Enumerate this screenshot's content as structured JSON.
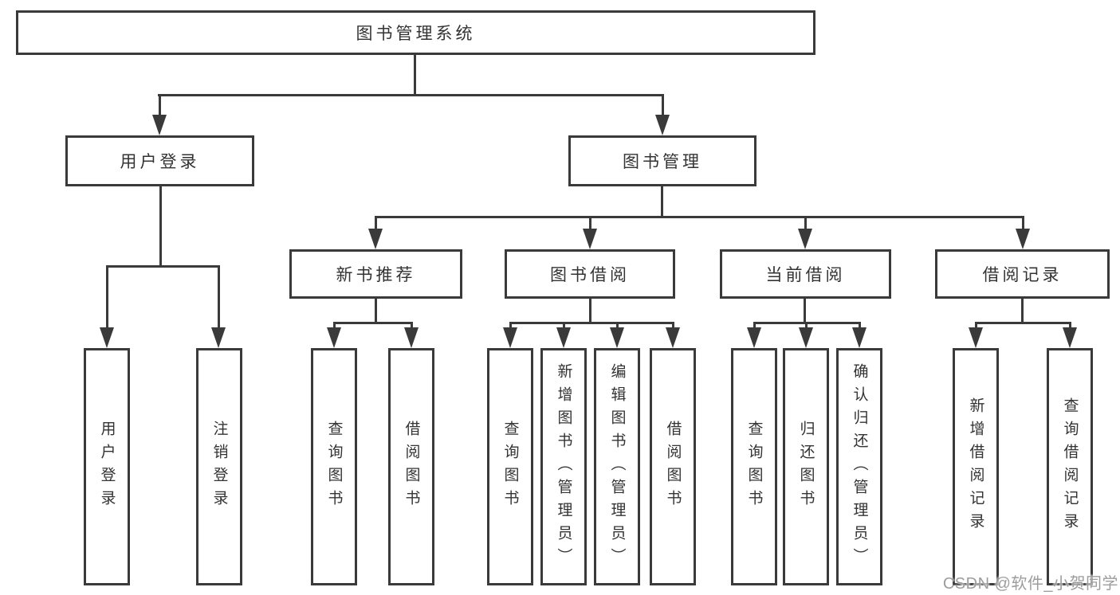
{
  "diagram": {
    "root": {
      "label": "图书管理系统"
    },
    "branches": [
      {
        "label": "用户登录",
        "children": [
          "用户登录",
          "注销登录"
        ]
      },
      {
        "label": "图书管理",
        "groups": [
          {
            "label": "新书推荐",
            "children": [
              "查询图书",
              "借阅图书"
            ]
          },
          {
            "label": "图书借阅",
            "children": [
              "查询图书",
              "新增图书（管理员）",
              "编辑图书（管理员）",
              "借阅图书"
            ]
          },
          {
            "label": "当前借阅",
            "children": [
              "查询图书",
              "归还图书",
              "确认归还（管理员）"
            ]
          },
          {
            "label": "借阅记录",
            "children": [
              "新增借阅记录",
              "查询借阅记录"
            ]
          }
        ]
      }
    ]
  },
  "watermark": {
    "text": "CSDN @软件_小贺同学"
  },
  "colors": {
    "line": "#3a3a3a",
    "text": "#333333",
    "watermark": "#9d9d9d",
    "background": "#ffffff"
  }
}
